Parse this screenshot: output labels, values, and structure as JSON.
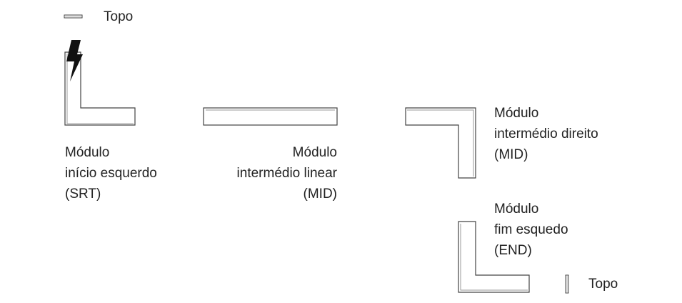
{
  "legend_top": {
    "label": "Topo"
  },
  "legend_bottom": {
    "label": "Topo"
  },
  "modules": {
    "srt": {
      "line1": "Módulo",
      "line2": "início esquerdo",
      "line3": "(SRT)"
    },
    "mid_linear": {
      "line1": "Módulo",
      "line2": "intermédio linear",
      "line3": "(MID)"
    },
    "mid_right": {
      "line1": "Módulo",
      "line2": "intermédio direito",
      "line3": "(MID)"
    },
    "end": {
      "line1": "Módulo",
      "line2": "fim esquedo",
      "line3": "(END)"
    }
  },
  "colors": {
    "outline": "#444444",
    "inner": "#9a9a9a",
    "bolt": "#111111",
    "text": "#222222"
  },
  "icons": {
    "power": "lightning-bolt-icon"
  }
}
